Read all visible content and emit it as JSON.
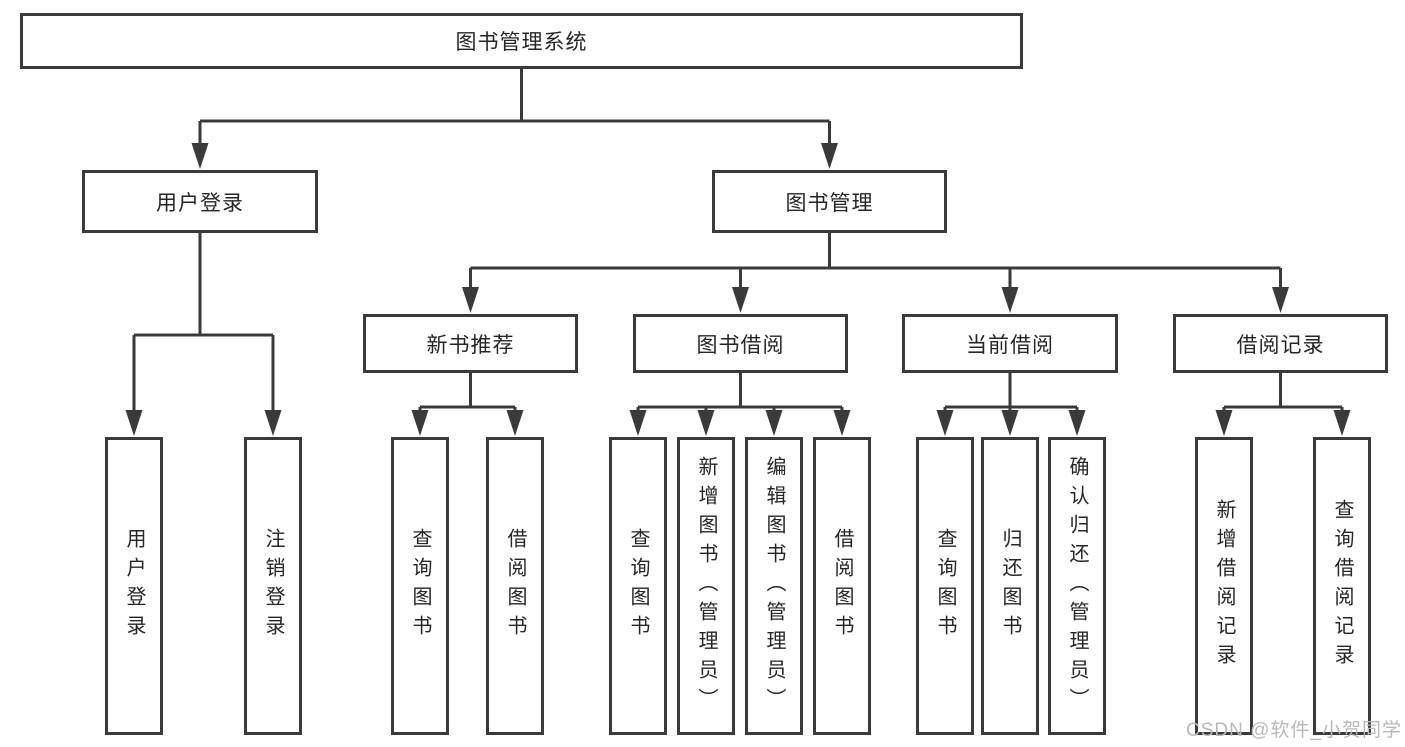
{
  "root": {
    "label": "图书管理系统"
  },
  "branches": [
    {
      "label": "用户登录",
      "children": [
        {
          "label": "用户登录"
        },
        {
          "label": "注销登录"
        }
      ]
    },
    {
      "label": "图书管理",
      "children": [
        {
          "label": "新书推荐",
          "children": [
            {
              "label": "查询图书"
            },
            {
              "label": "借阅图书"
            }
          ]
        },
        {
          "label": "图书借阅",
          "children": [
            {
              "label": "查询图书"
            },
            {
              "label": "新增图书（管理员）"
            },
            {
              "label": "编辑图书（管理员）"
            },
            {
              "label": "借阅图书"
            }
          ]
        },
        {
          "label": "当前借阅",
          "children": [
            {
              "label": "查询图书"
            },
            {
              "label": "归还图书"
            },
            {
              "label": "确认归还（管理员）"
            }
          ]
        },
        {
          "label": "借阅记录",
          "children": [
            {
              "label": "新增借阅记录"
            },
            {
              "label": "查询借阅记录"
            }
          ]
        }
      ]
    }
  ],
  "watermark": "CSDN @软件_小贺同学",
  "colors": {
    "line": "#3a3a3a",
    "text": "#262626",
    "watermark": "#b9b9b9",
    "background": "#ffffff"
  }
}
